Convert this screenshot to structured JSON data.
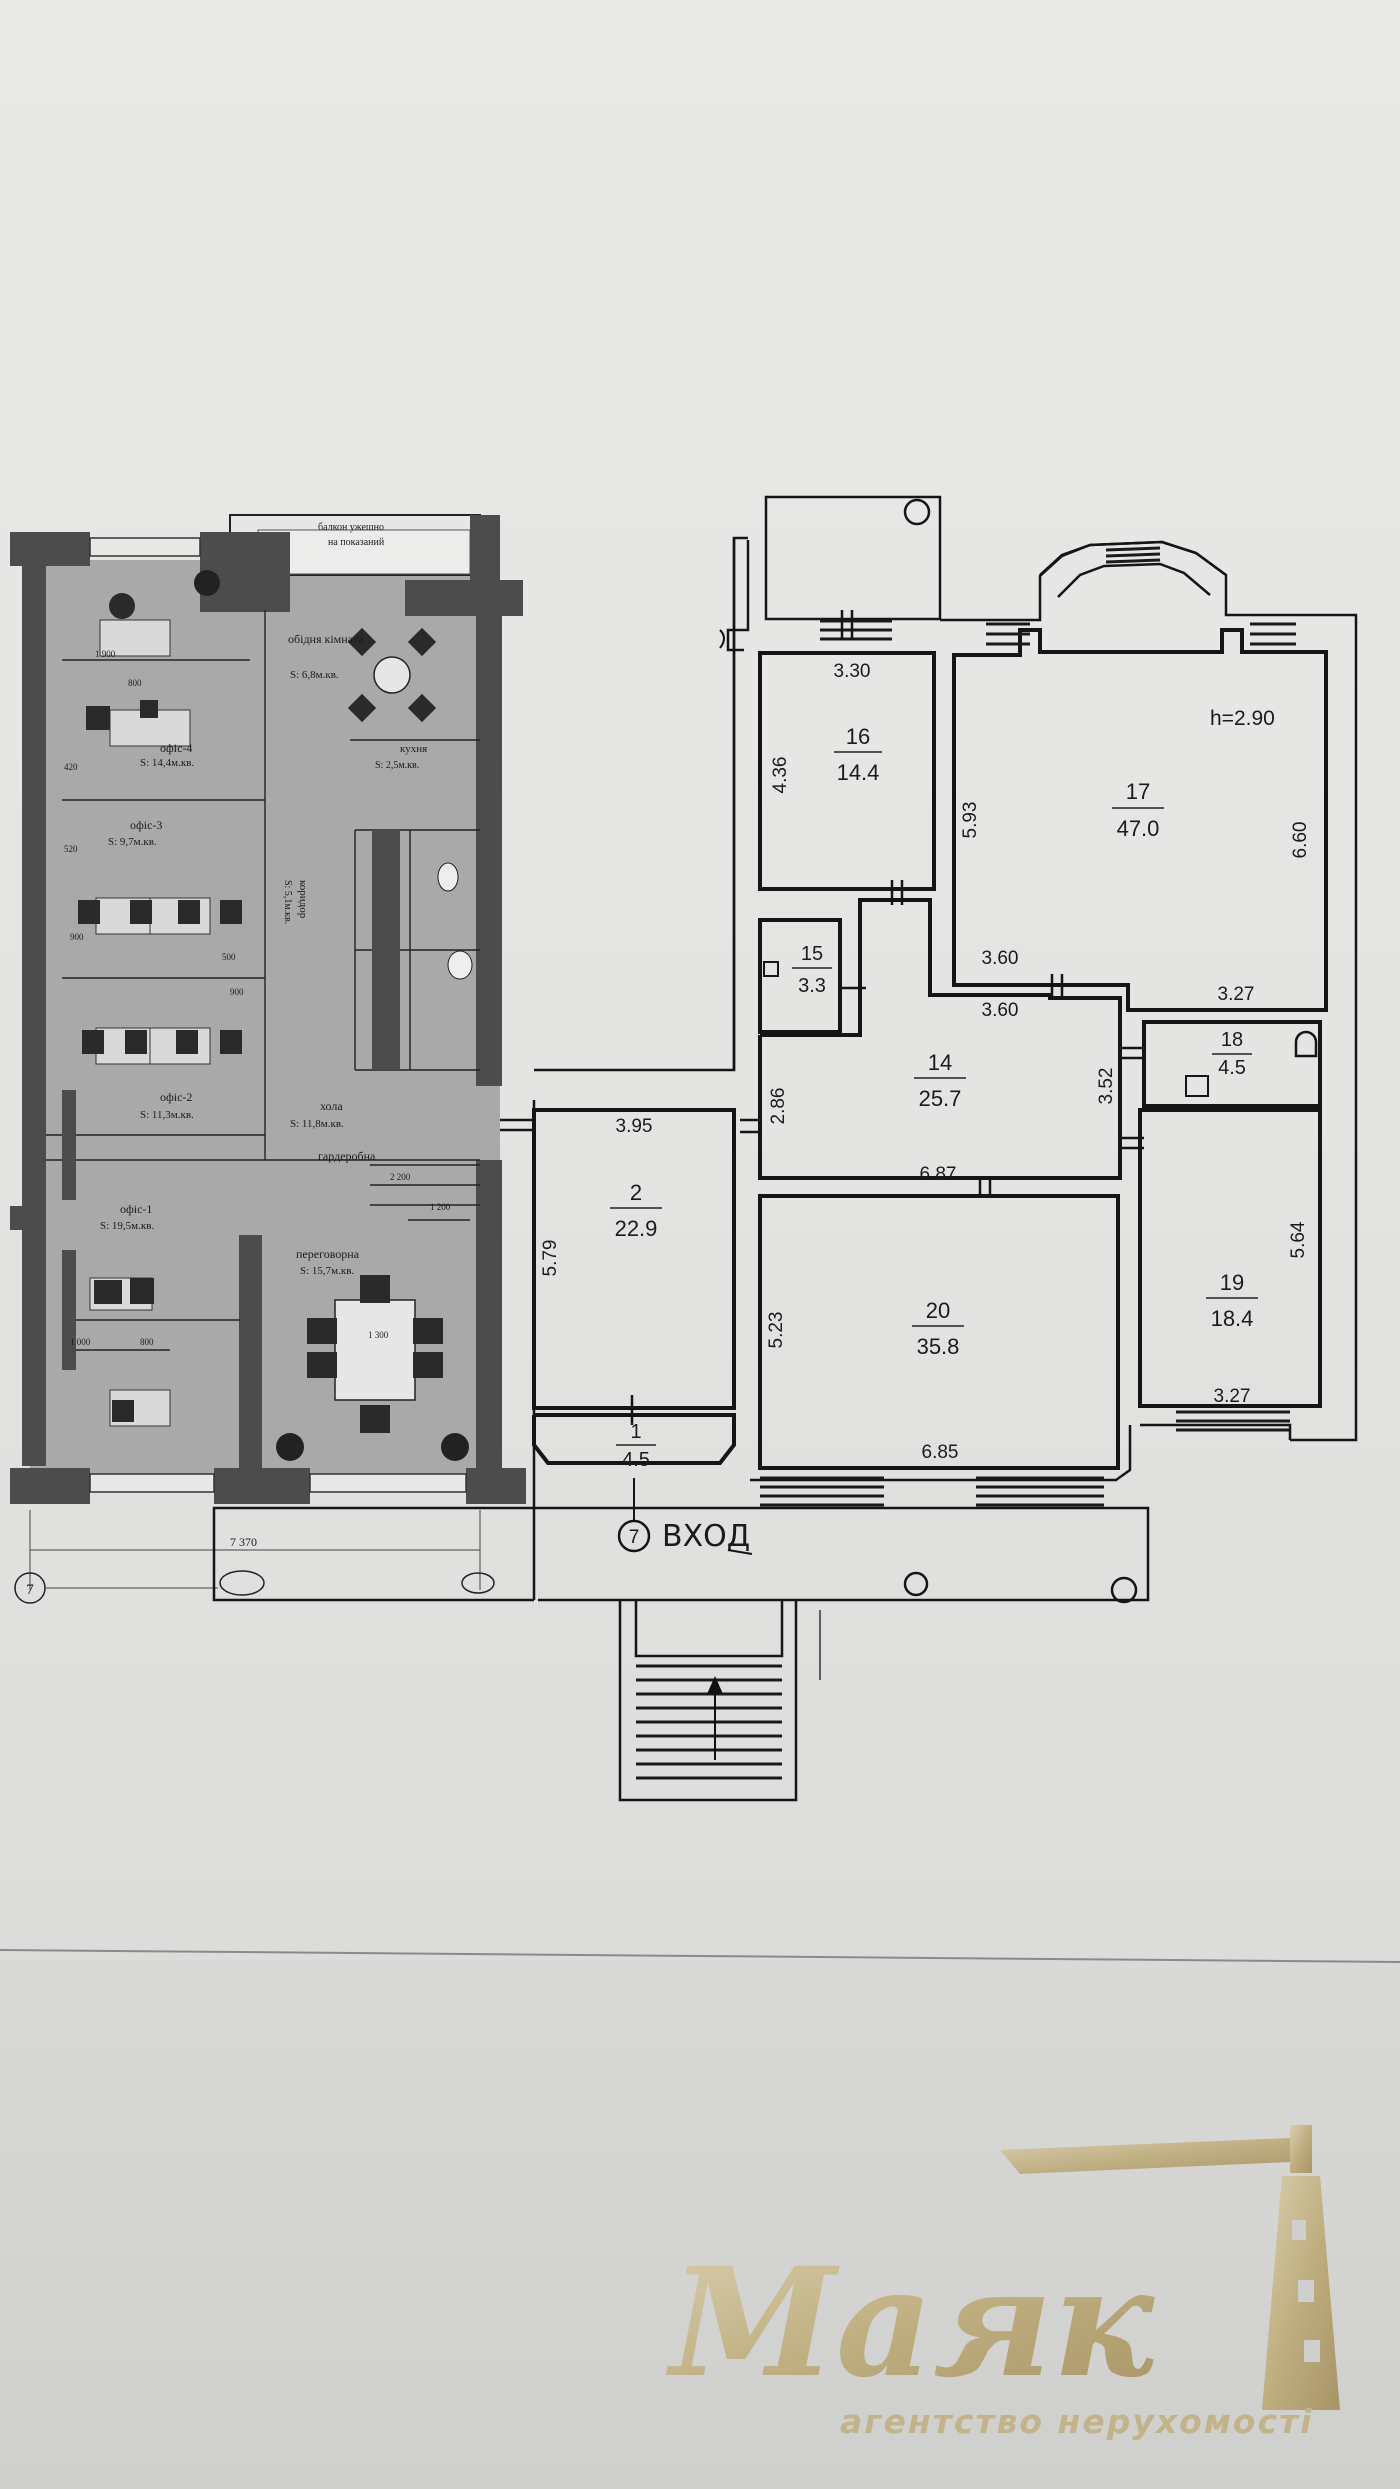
{
  "left_plan": {
    "balcony_note": [
      "балкон ужешно",
      "на показаний"
    ],
    "rooms": [
      {
        "name": "офіс-4",
        "area": "S: 14,4м.кв."
      },
      {
        "name": "офіс-3",
        "area": "S: 9,7м.кв."
      },
      {
        "name": "офіс-2",
        "area": "S: 11,3м.кв."
      },
      {
        "name": "офіс-1",
        "area": "S: 19,5м.кв."
      },
      {
        "name": "обідня кімната",
        "area": "S: 6,8м.кв."
      },
      {
        "name": "кухня",
        "area": "S: 2,5м.кв."
      },
      {
        "name": "коридор",
        "area": "S: 5,1м.кв."
      },
      {
        "name": "хола",
        "area": "S: 11,8м.кв."
      },
      {
        "name": "гардеробна",
        "area": ""
      },
      {
        "name": "переговорна",
        "area": "S: 15,7м.кв."
      }
    ],
    "dims": [
      "1 900",
      "800",
      "900",
      "420",
      "520",
      "500",
      "1 000",
      "800",
      "900",
      "2 200",
      "1 200",
      "1 300"
    ],
    "bottom_dim": "7 370",
    "axis_label": "7"
  },
  "right_plan": {
    "rooms": [
      {
        "num": "16",
        "area": "14.4"
      },
      {
        "num": "17",
        "area": "47.0"
      },
      {
        "num": "15",
        "area": "3.3"
      },
      {
        "num": "14",
        "area": "25.7"
      },
      {
        "num": "18",
        "area": "4.5"
      },
      {
        "num": "2",
        "area": "22.9"
      },
      {
        "num": "20",
        "area": "35.8"
      },
      {
        "num": "19",
        "area": "18.4"
      },
      {
        "num": "1",
        "area": "4.5"
      }
    ],
    "dims": [
      "3.30",
      "4.36",
      "5.93",
      "6.60",
      "3.60",
      "3.27",
      "3.60",
      "2.86",
      "3.52",
      "3.95",
      "5.79",
      "6.87",
      "5.23",
      "5.64",
      "3.27",
      "6.85"
    ],
    "height_note": "h=2.90",
    "entrance_marker": "7",
    "entrance_label": "ВХОД"
  },
  "watermark": {
    "logo_text": "Маяк",
    "tagline": "агентство нерухомості"
  }
}
